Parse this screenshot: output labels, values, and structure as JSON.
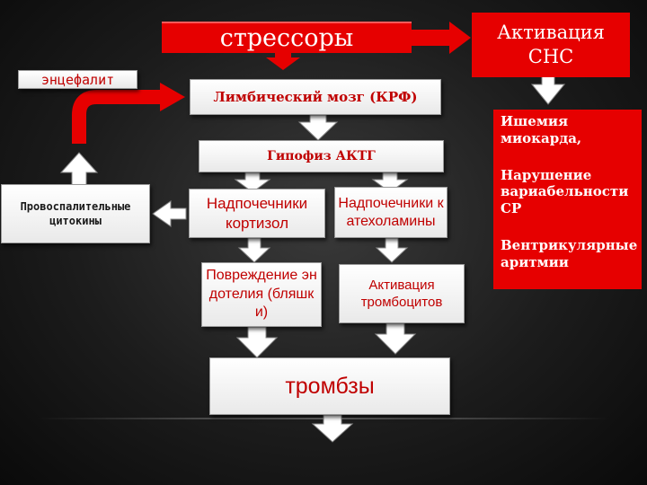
{
  "nodes": {
    "stressors": "стрессоры",
    "sns_activation": "Активация СНС",
    "encephalitis": "энцефалит",
    "limbic_brain": "Лимбический мозг (КРФ)",
    "pituitary": "Гипофиз АКТГ",
    "cytokines": "Провоспалительные цитокины",
    "adrenal_cortisol": "Надпочечники кортизол",
    "adrenal_catecholamines": "Надпочечники катехоламины",
    "endothelial_damage": "Повреждение эндотелия (бляшки)",
    "platelet_activation": "Активация тромбоцитов",
    "thrombosis": "тромбзы"
  },
  "effects": {
    "ischemia": "Ишемия миокарда,",
    "hrv": "Нарушение вариабельности СР",
    "arrhythmia": "Вентрикулярные аритмии"
  },
  "colors": {
    "accent_red": "#e60000",
    "label_red": "#c00000"
  }
}
